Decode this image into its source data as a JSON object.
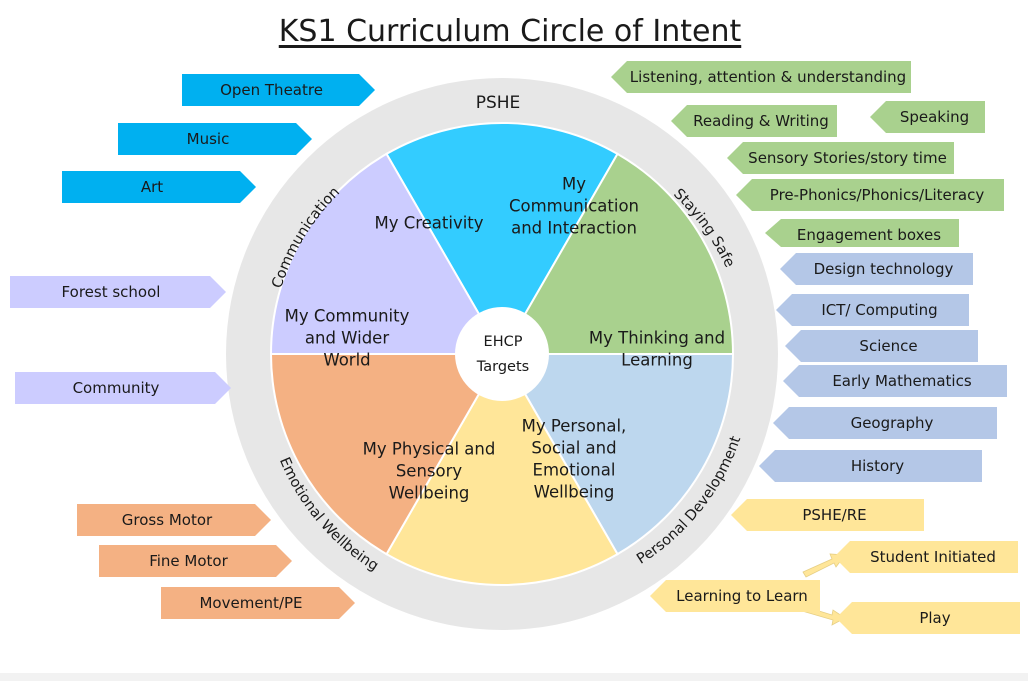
{
  "title": "KS1 Curriculum Circle of Intent",
  "center_text": {
    "line1": "EHCP",
    "line2": "Targets"
  },
  "segments": [
    {
      "key": "creativity",
      "lines": [
        "My Creativity"
      ],
      "color": "#33ccff"
    },
    {
      "key": "communication",
      "lines": [
        "My",
        "Communication",
        "and Interaction"
      ],
      "color": "#a9d18e"
    },
    {
      "key": "thinking",
      "lines": [
        "My Thinking and",
        "Learning"
      ],
      "color": "#bdd7ee"
    },
    {
      "key": "personal",
      "lines": [
        "My Personal,",
        "Social and",
        "Emotional",
        "Wellbeing"
      ],
      "color": "#ffe699"
    },
    {
      "key": "physical",
      "lines": [
        "My Physical and",
        "Sensory",
        "Wellbeing"
      ],
      "color": "#f4b183"
    },
    {
      "key": "community",
      "lines": [
        "My Community",
        "and Wider",
        "World"
      ],
      "color": "#ccccff"
    }
  ],
  "ring": {
    "color": "#e7e7e7",
    "labels": {
      "pshe": "PSHE",
      "communication": "Communication",
      "staying_safe": "Staying Safe",
      "personal_development": "Personal Development",
      "emotional_wellbeing": "Emotional Wellbeing"
    }
  },
  "tags": {
    "creativity": [
      "Open Theatre",
      "Music",
      "Art"
    ],
    "community": [
      "Forest school",
      "Community"
    ],
    "physical": [
      "Gross Motor",
      "Fine Motor",
      "Movement/PE"
    ],
    "communication": [
      "Listening, attention & understanding",
      "Reading & Writing",
      "Speaking",
      "Sensory Stories/story time",
      "Pre-Phonics/Phonics/Literacy",
      "Engagement boxes"
    ],
    "thinking": [
      "Design technology",
      "ICT/ Computing",
      "Science",
      "Early Mathematics",
      "Geography",
      "History"
    ],
    "personal": [
      "PSHE/RE",
      "Student Initiated",
      "Learning to Learn",
      "Play"
    ]
  },
  "colors": {
    "blue": "#00b0f0",
    "lavender": "#ccccff",
    "orange": "#f4b183",
    "green": "#a9d18e",
    "steel": "#b4c7e7",
    "yellow": "#ffe699",
    "arrow": "#ffe699"
  }
}
